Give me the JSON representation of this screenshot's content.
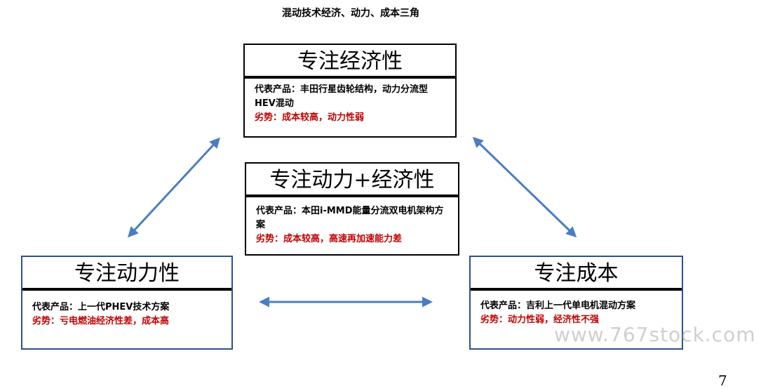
{
  "title": "混动技术经济、动力、成本三角",
  "colors": {
    "arrow": "#4a7ec2",
    "weakness_text": "#c00000",
    "box_border_blue": "#2f4f8f"
  },
  "boxes": {
    "economy": {
      "heading": "专注经济性",
      "product": "代表产品：丰田行星齿轮结构，动力分流型HEV混动",
      "weakness": "劣势：成本较高，动力性弱"
    },
    "power_economy": {
      "heading": "专注动力+经济性",
      "product": "代表产品：本田i-MMD能量分流双电机架构方案",
      "weakness": "劣势：成本较高，高速再加速能力差"
    },
    "power": {
      "heading": "专注动力性",
      "product": "代表产品：上一代PHEV技术方案",
      "weakness": "劣势：亏电燃油经济性差，成本高"
    },
    "cost": {
      "heading": "专注成本",
      "product": "代表产品：吉利上一代单电机混动方案",
      "weakness": "劣势：动力性弱，经济性不强"
    }
  },
  "watermark": "www.767stock.com",
  "page_number": "7"
}
